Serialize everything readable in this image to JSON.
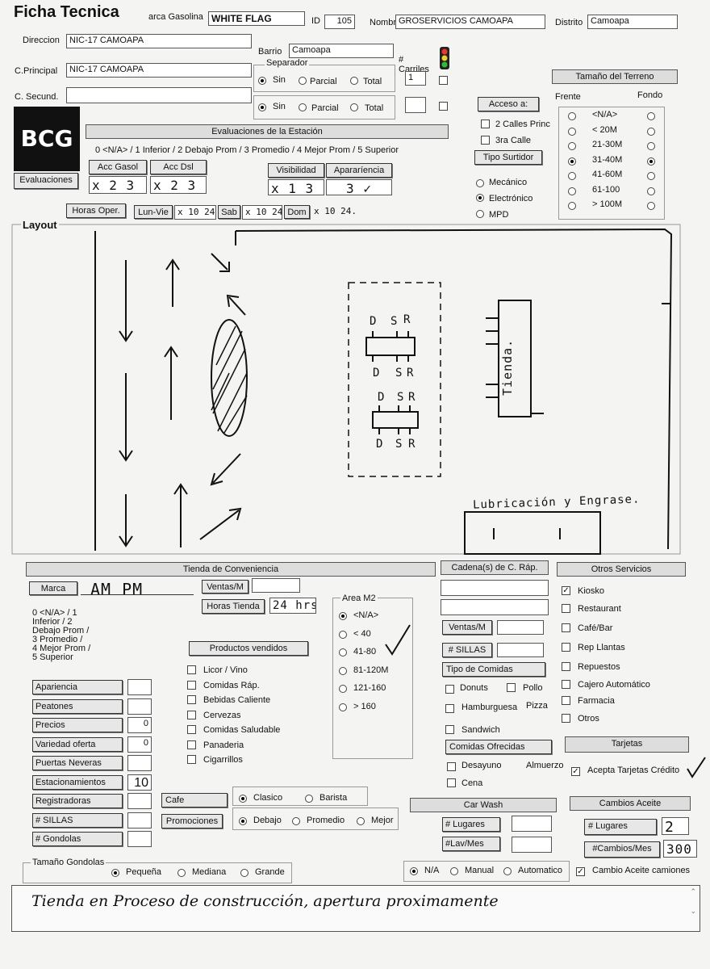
{
  "header": {
    "title": "Ficha Tecnica",
    "marca_label": "arca Gasolina",
    "marca_value": "WHITE FLAG",
    "id_label": "ID",
    "id_value": "105",
    "nombre_label": "Nombre",
    "nombre_value": "GROSERVICIOS CAMOAPA",
    "distrito_label": "Distrito",
    "distrito_value": "Camoapa"
  },
  "location": {
    "direccion_label": "Direccion",
    "direccion_value": "NIC-17 CAMOAPA",
    "barrio_label": "Barrio",
    "barrio_value": "Camoapa",
    "cprincipal_label": "C.Principal",
    "cprincipal_value": "NIC-17 CAMOAPA",
    "csecund_label": "C. Secund.",
    "csecund_value": "",
    "separador_label": "Separador",
    "separador_options": [
      "Sin",
      "Parcial",
      "Total"
    ],
    "carriles_label": "# Carriles",
    "carriles_value": "1",
    "logo": "BCG",
    "evaluaciones_button": "Evaluaciones"
  },
  "terreno": {
    "header": "Tamaño del Terreno",
    "frente_label": "Frente",
    "fondo_label": "Fondo",
    "options": [
      "<N/A>",
      "< 20M",
      "21-30M",
      "31-40M",
      "41-60M",
      "61-100",
      "> 100M"
    ]
  },
  "acceso": {
    "header": "Acceso a:",
    "options": [
      "2 Calles Princ",
      "3ra Calle"
    ],
    "surtidor_header": "Tipo Surtidor",
    "surtidor_options": [
      "Mecánico",
      "Electrónico",
      "MPD"
    ]
  },
  "evaluaciones": {
    "header": "Evaluaciones de la Estación",
    "scale": "0 <N/A> / 1 Inferior / 2 Debajo Prom / 3 Promedio / 4 Mejor Prom / 5 Superior",
    "acc_gasol_label": "Acc Gasol",
    "acc_gasol_value": "x 2 3",
    "acc_dsl_label": "Acc Dsl",
    "acc_dsl_value": "x 2 3",
    "visibilidad_label": "Visibilidad",
    "visibilidad_value": "x 1 3",
    "apariencia_label": "Apararíencia",
    "apariencia_value": "3 ✓"
  },
  "horas": {
    "button": "Horas Oper.",
    "lun_vie_label": "Lun-Vie",
    "lun_vie_value": "x 10 24",
    "sab_label": "Sab",
    "sab_value": "x 10 24",
    "dom_label": "Dom",
    "dom_value": "x 10 24."
  },
  "layout": {
    "label": "Layout",
    "pump_letters": [
      "D",
      "S",
      "R"
    ],
    "tienda_text": "Tienda.",
    "lubricacion_text": "Lubricación y Engrase."
  },
  "tienda": {
    "header": "Tienda de Conveniencia",
    "marca_label": "Marca",
    "marca_value": "AM PM",
    "ventas_label": "Ventas/M",
    "horas_label": "Horas Tienda",
    "horas_value": "24 hrs",
    "scale_lines": [
      "0 <N/A> / 1",
      "Inferior / 2",
      "Debajo Prom /",
      "3 Promedio /",
      "4 Mejor Prom /",
      "5 Superior"
    ],
    "eval_fields": [
      {
        "label": "Apariencia",
        "value": ""
      },
      {
        "label": "Peatones",
        "value": ""
      },
      {
        "label": "Precios",
        "value": "0"
      },
      {
        "label": "Variedad oferta",
        "value": "0"
      },
      {
        "label": "Puertas Neveras",
        "value": ""
      },
      {
        "label": "Estacionamientos",
        "value": "10"
      },
      {
        "label": "Registradoras",
        "value": ""
      },
      {
        "label": "# SILLAS",
        "value": ""
      },
      {
        "label": "# Gondolas",
        "value": ""
      }
    ],
    "productos_header": "Productos vendidos",
    "productos": [
      "Licor / Vino",
      "Comidas Ráp.",
      "Bebidas Caliente",
      "Cervezas",
      "Comidas Saludable",
      "Panaderia",
      "Cigarrillos"
    ],
    "area_label": "Area M2",
    "area_options": [
      "<N/A>",
      "< 40",
      "41-80",
      "81-120M",
      "121-160",
      "> 160"
    ],
    "cafe_label": "Cafe",
    "cafe_options": [
      "Clasico",
      "Barista"
    ],
    "promociones_label": "Promociones",
    "promo_options": [
      "Debajo",
      "Promedio",
      "Mejor"
    ],
    "gondolas_label": "Tamaño Gondolas",
    "gondola_options": [
      "Pequeña",
      "Mediana",
      "Grande"
    ]
  },
  "cadena": {
    "header": "Cadena(s) de C. Ráp.",
    "ventas_label": "Ventas/M",
    "sillas_label": "# SILLAS",
    "tipo_header": "Tipo de Comidas",
    "tipo_options": [
      "Donuts",
      "Pollo",
      "Hamburguesa",
      "Pizza",
      "Sandwich"
    ],
    "ofrecidas_header": "Comidas Ofrecidas",
    "ofrecidas_options": [
      "Desayuno",
      "Almuerzo",
      "Cena"
    ]
  },
  "car_wash": {
    "header": "Car Wash",
    "lugares_label": "# Lugares",
    "lav_label": "#Lav/Mes",
    "options": [
      "N/A",
      "Manual",
      "Automatico"
    ]
  },
  "otros": {
    "header": "Otros Servicios",
    "items": [
      "Kiosko",
      "Restaurant",
      "Café/Bar",
      "Rep Llantas",
      "Repuestos",
      "Cajero Automático",
      "Farmacia",
      "Otros"
    ],
    "tarjetas_header": "Tarjetas",
    "tarjetas_label": "Acepta Tarjetas Crédito"
  },
  "cambios": {
    "header": "Cambios Aceite",
    "lugares_label": "# Lugares",
    "lugares_value": "2",
    "mes_label": "#Cambios/Mes",
    "mes_value": "300",
    "camiones_label": "Cambio Aceite camiones"
  },
  "notes": {
    "text": "Tienda en Proceso de construcción, apertura proximamente"
  }
}
